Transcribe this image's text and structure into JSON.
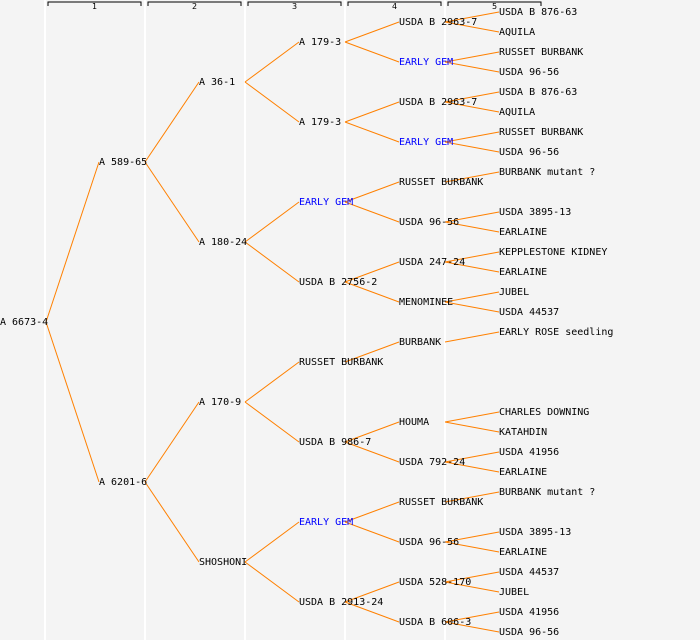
{
  "generation_headers": [
    "1",
    "2",
    "3",
    "4",
    "5"
  ],
  "colors": {
    "line": "#ff8000",
    "highlight": "#0000ff",
    "background": "#f4f4f4"
  },
  "tree": {
    "label": "A 6673-4",
    "parents": [
      {
        "label": "A 589-65",
        "parents": [
          {
            "label": "A 36-1",
            "parents": [
              {
                "label": "A 179-3",
                "parents": [
                  {
                    "label": "USDA B 2963-7",
                    "parents": [
                      {
                        "label": "USDA B 876-63"
                      },
                      {
                        "label": "AQUILA"
                      }
                    ]
                  },
                  {
                    "label": "EARLY GEM",
                    "highlight": true,
                    "parents": [
                      {
                        "label": "RUSSET BURBANK"
                      },
                      {
                        "label": "USDA 96-56"
                      }
                    ]
                  }
                ]
              },
              {
                "label": "A 179-3",
                "parents": [
                  {
                    "label": "USDA B 2963-7",
                    "parents": [
                      {
                        "label": "USDA B 876-63"
                      },
                      {
                        "label": "AQUILA"
                      }
                    ]
                  },
                  {
                    "label": "EARLY GEM",
                    "highlight": true,
                    "parents": [
                      {
                        "label": "RUSSET BURBANK"
                      },
                      {
                        "label": "USDA 96-56"
                      }
                    ]
                  }
                ]
              }
            ]
          },
          {
            "label": "A 180-24",
            "parents": [
              {
                "label": "EARLY GEM",
                "highlight": true,
                "parents": [
                  {
                    "label": "RUSSET BURBANK",
                    "parents": [
                      {
                        "label": "BURBANK mutant ?"
                      },
                      null
                    ]
                  },
                  {
                    "label": "USDA 96-56",
                    "parents": [
                      {
                        "label": "USDA 3895-13"
                      },
                      {
                        "label": "EARLAINE"
                      }
                    ]
                  }
                ]
              },
              {
                "label": "USDA B 2756-2",
                "parents": [
                  {
                    "label": "USDA 247-24",
                    "parents": [
                      {
                        "label": "KEPPLESTONE KIDNEY"
                      },
                      {
                        "label": "EARLAINE"
                      }
                    ]
                  },
                  {
                    "label": "MENOMINEE",
                    "parents": [
                      {
                        "label": "JUBEL"
                      },
                      {
                        "label": "USDA 44537"
                      }
                    ]
                  }
                ]
              }
            ]
          }
        ]
      },
      {
        "label": "A 6201-6",
        "parents": [
          {
            "label": "A 170-9",
            "parents": [
              {
                "label": "RUSSET BURBANK",
                "parents": [
                  {
                    "label": "BURBANK",
                    "parents": [
                      {
                        "label": "EARLY ROSE seedling"
                      },
                      null
                    ]
                  },
                  null
                ]
              },
              {
                "label": "USDA B 986-7",
                "parents": [
                  {
                    "label": "HOUMA",
                    "parents": [
                      {
                        "label": "CHARLES DOWNING"
                      },
                      {
                        "label": "KATAHDIN"
                      }
                    ]
                  },
                  {
                    "label": "USDA 792-24",
                    "parents": [
                      {
                        "label": "USDA 41956"
                      },
                      {
                        "label": "EARLAINE"
                      }
                    ]
                  }
                ]
              }
            ]
          },
          {
            "label": "SHOSHONI",
            "parents": [
              {
                "label": "EARLY GEM",
                "highlight": true,
                "parents": [
                  {
                    "label": "RUSSET BURBANK",
                    "parents": [
                      {
                        "label": "BURBANK mutant ?"
                      },
                      null
                    ]
                  },
                  {
                    "label": "USDA 96-56",
                    "parents": [
                      {
                        "label": "USDA 3895-13"
                      },
                      {
                        "label": "EARLAINE"
                      }
                    ]
                  }
                ]
              },
              {
                "label": "USDA B 2913-24",
                "parents": [
                  {
                    "label": "USDA 528-170",
                    "parents": [
                      {
                        "label": "USDA 44537"
                      },
                      {
                        "label": "JUBEL"
                      }
                    ]
                  },
                  {
                    "label": "USDA B 606-3",
                    "parents": [
                      {
                        "label": "USDA 41956"
                      },
                      {
                        "label": "USDA 96-56"
                      }
                    ]
                  }
                ]
              }
            ]
          }
        ]
      }
    ]
  }
}
